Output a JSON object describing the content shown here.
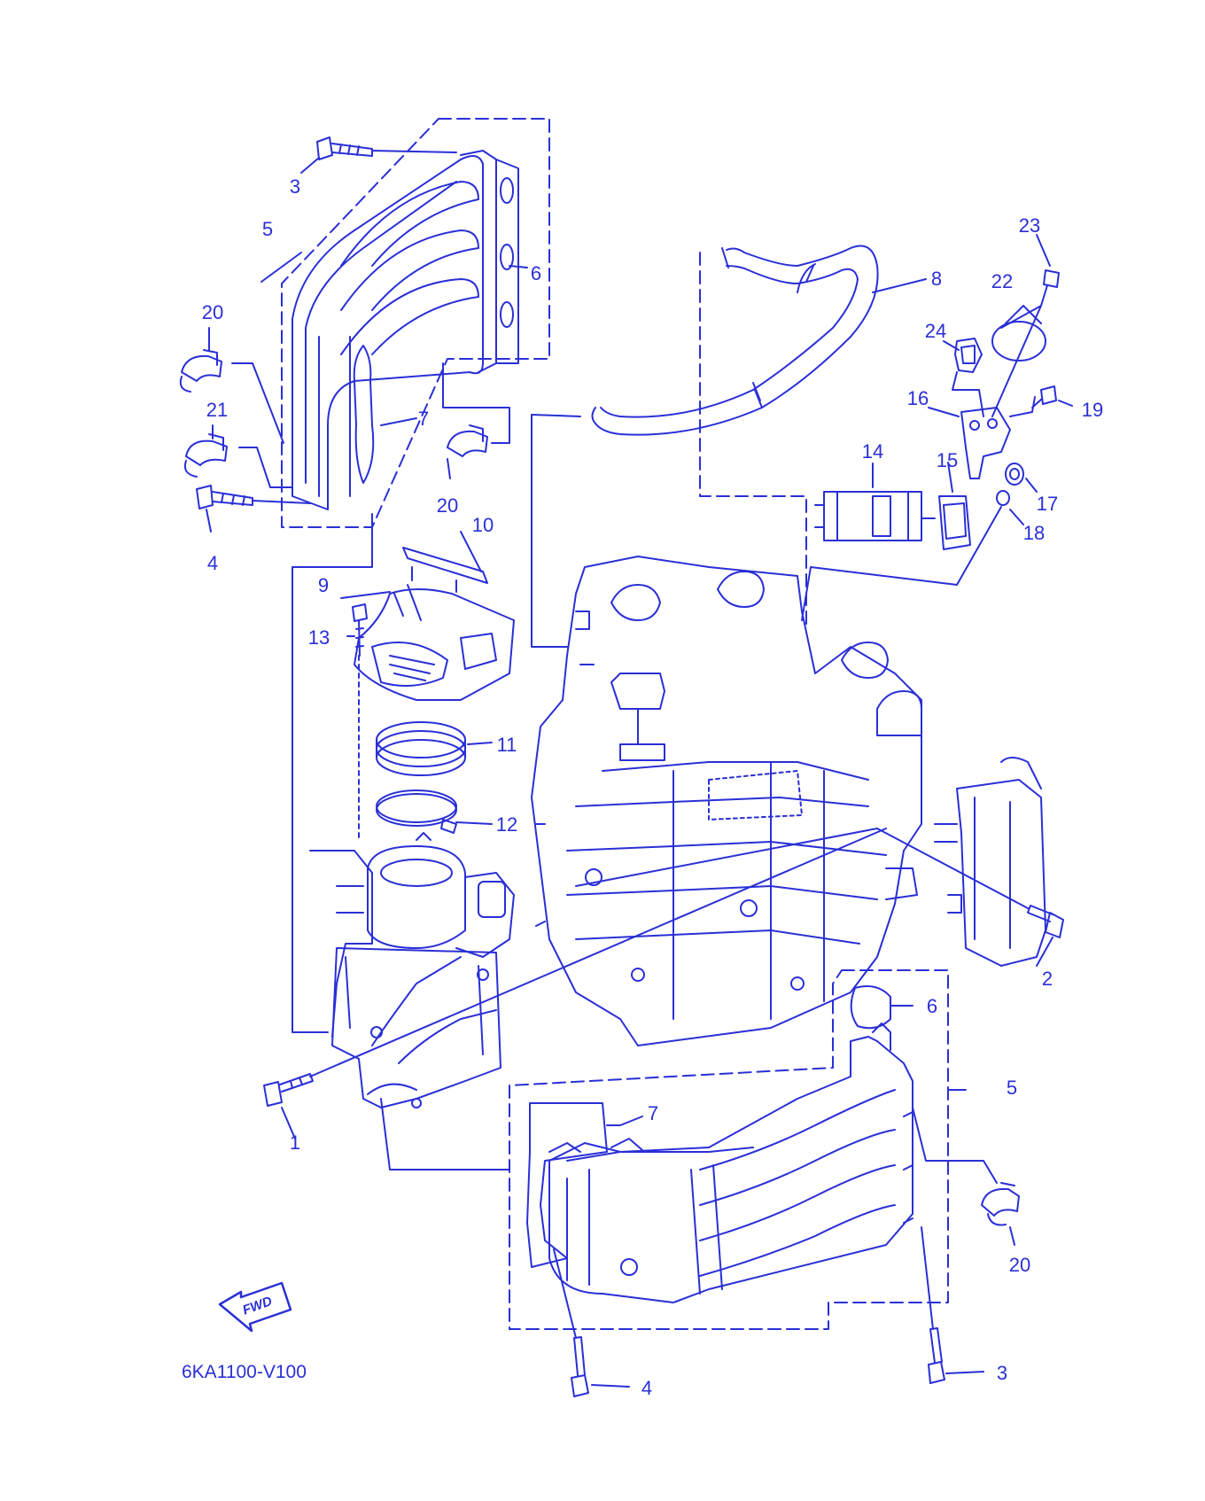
{
  "diagram_code": "6KA1100-V100",
  "fwd_label": "FWD",
  "ink_color": "#2a2fd6",
  "callouts": [
    "3",
    "5",
    "6",
    "20",
    "21",
    "7",
    "4",
    "20",
    "10",
    "9",
    "13",
    "11",
    "12",
    "8",
    "23",
    "22",
    "24",
    "16",
    "19",
    "14",
    "15",
    "17",
    "18",
    "2",
    "6",
    "5",
    "7",
    "1",
    "20",
    "4",
    "3"
  ]
}
